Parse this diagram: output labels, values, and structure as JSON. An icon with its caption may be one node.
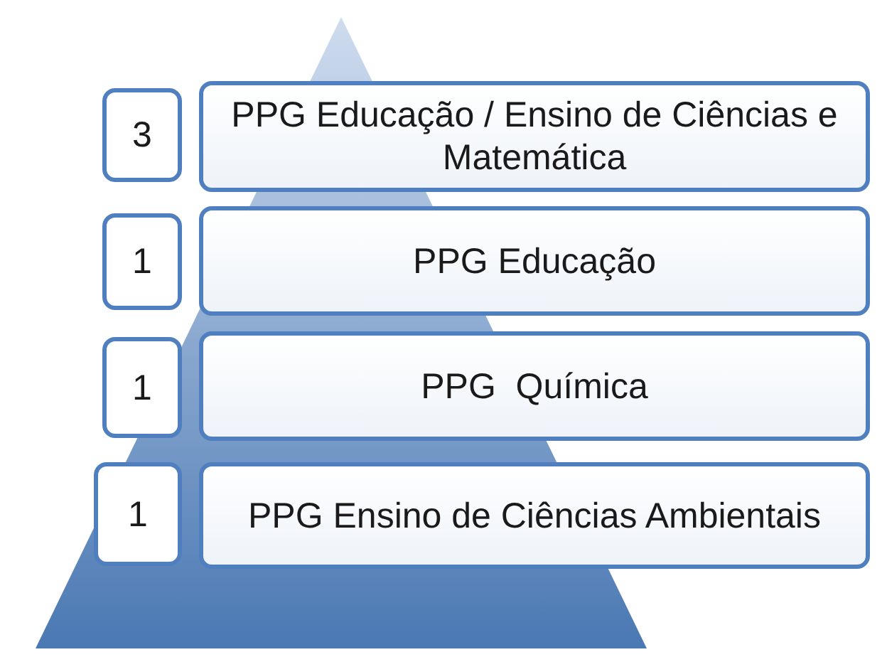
{
  "diagram": {
    "nodes": [
      {
        "text": [
          "3"
        ]
      },
      {
        "text": [
          "PPG Educação / Ensino de Ciências e Matemática"
        ]
      },
      {
        "text": [
          "1"
        ]
      },
      {
        "text": [
          "PPG Educação"
        ]
      },
      {
        "text": [
          "1"
        ]
      },
      {
        "text": [
          "PPG  Química"
        ]
      },
      {
        "text": [
          "1"
        ]
      },
      {
        "text": [
          "PPG Ensino de Ciências Ambientais"
        ]
      }
    ],
    "edges": []
  }
}
